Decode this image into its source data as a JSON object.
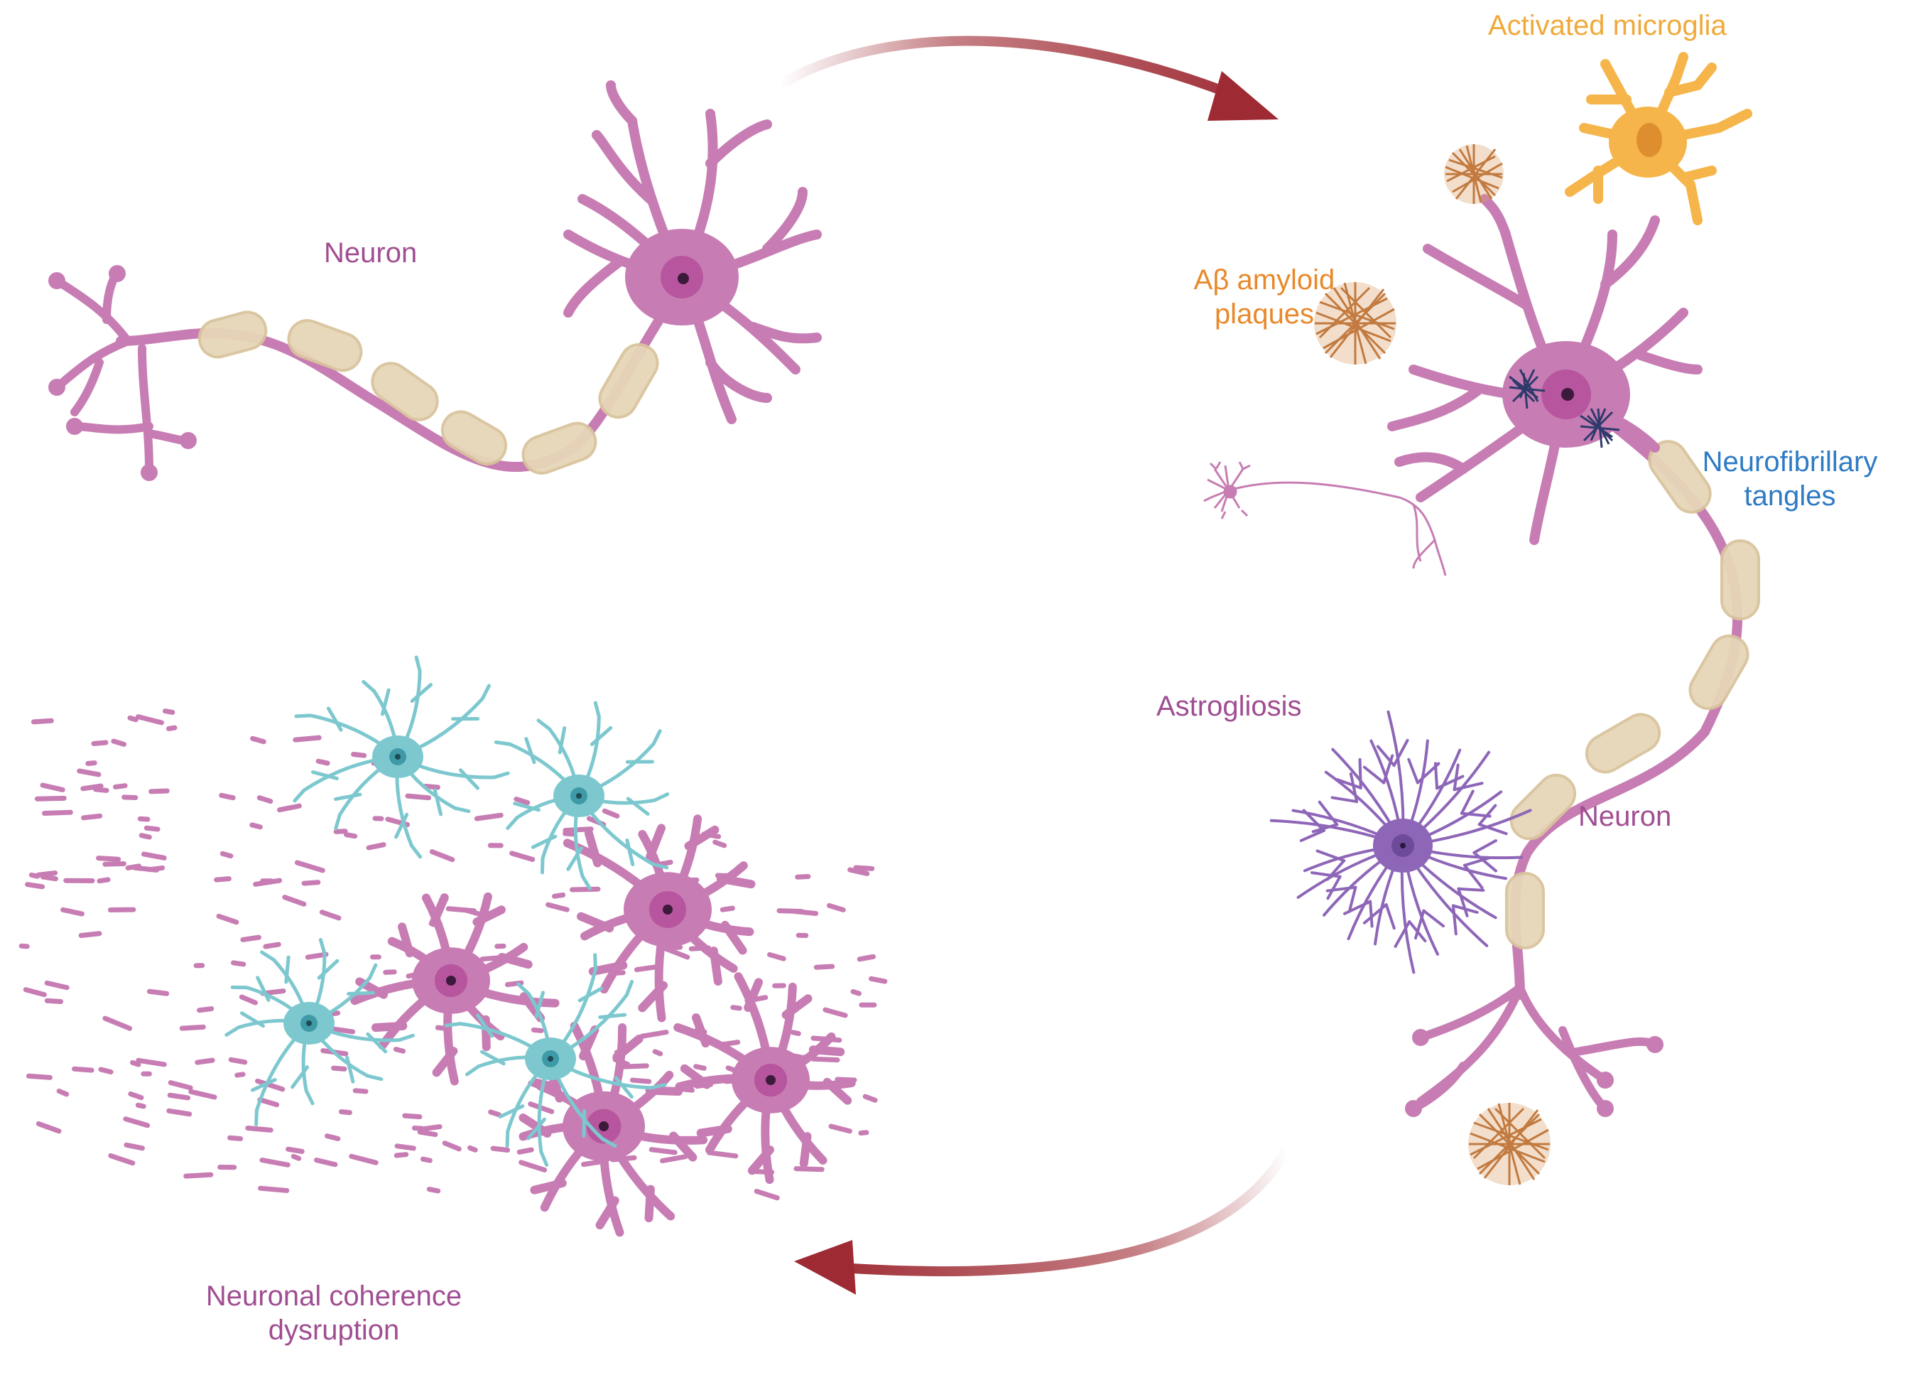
{
  "labels": {
    "neuron_healthy": "Neuron",
    "activated_microglia": "Activated microglia",
    "amyloid_line1": "Aβ amyloid",
    "amyloid_line2": "plaques",
    "tangles_line1": "Neurofibrillary",
    "tangles_line2": "tangles",
    "astrogliosis": "Astrogliosis",
    "neuron_diseased": "Neuron",
    "coherence_line1": "Neuronal coherence",
    "coherence_line2": "dysruption"
  },
  "colors": {
    "neuron": "#C77DB3",
    "neuron_stroke": "#9E4E8C",
    "myelin": "#E6D6B8",
    "nucleus": "#B8559F",
    "microglia": "#F5B54A",
    "plaque": "#C27A3F",
    "tangle": "#2E3A6B",
    "astrocyte_purple": "#8E66B8",
    "astrocyte_cyan": "#7DC8CF",
    "arrow": "#9E2A33",
    "label_purple": "#A04E92",
    "label_orange": "#E8892B",
    "label_yellow": "#F0A93B",
    "label_blue": "#2E7BC4"
  }
}
